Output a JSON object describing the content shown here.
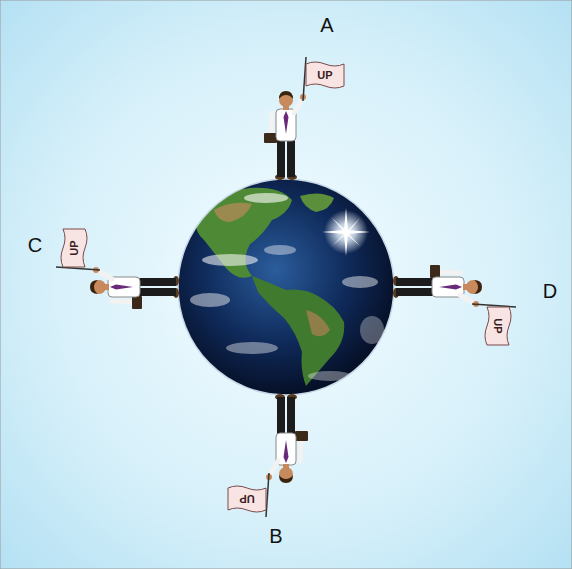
{
  "diagram": {
    "nodes": [
      {
        "text": [
          "UP"
        ]
      },
      {
        "text": [
          "UP"
        ]
      },
      {
        "text": [
          "UP"
        ]
      },
      {
        "text": [
          "UP"
        ]
      }
    ],
    "labels": [
      "A",
      "C",
      "D",
      "B"
    ]
  }
}
